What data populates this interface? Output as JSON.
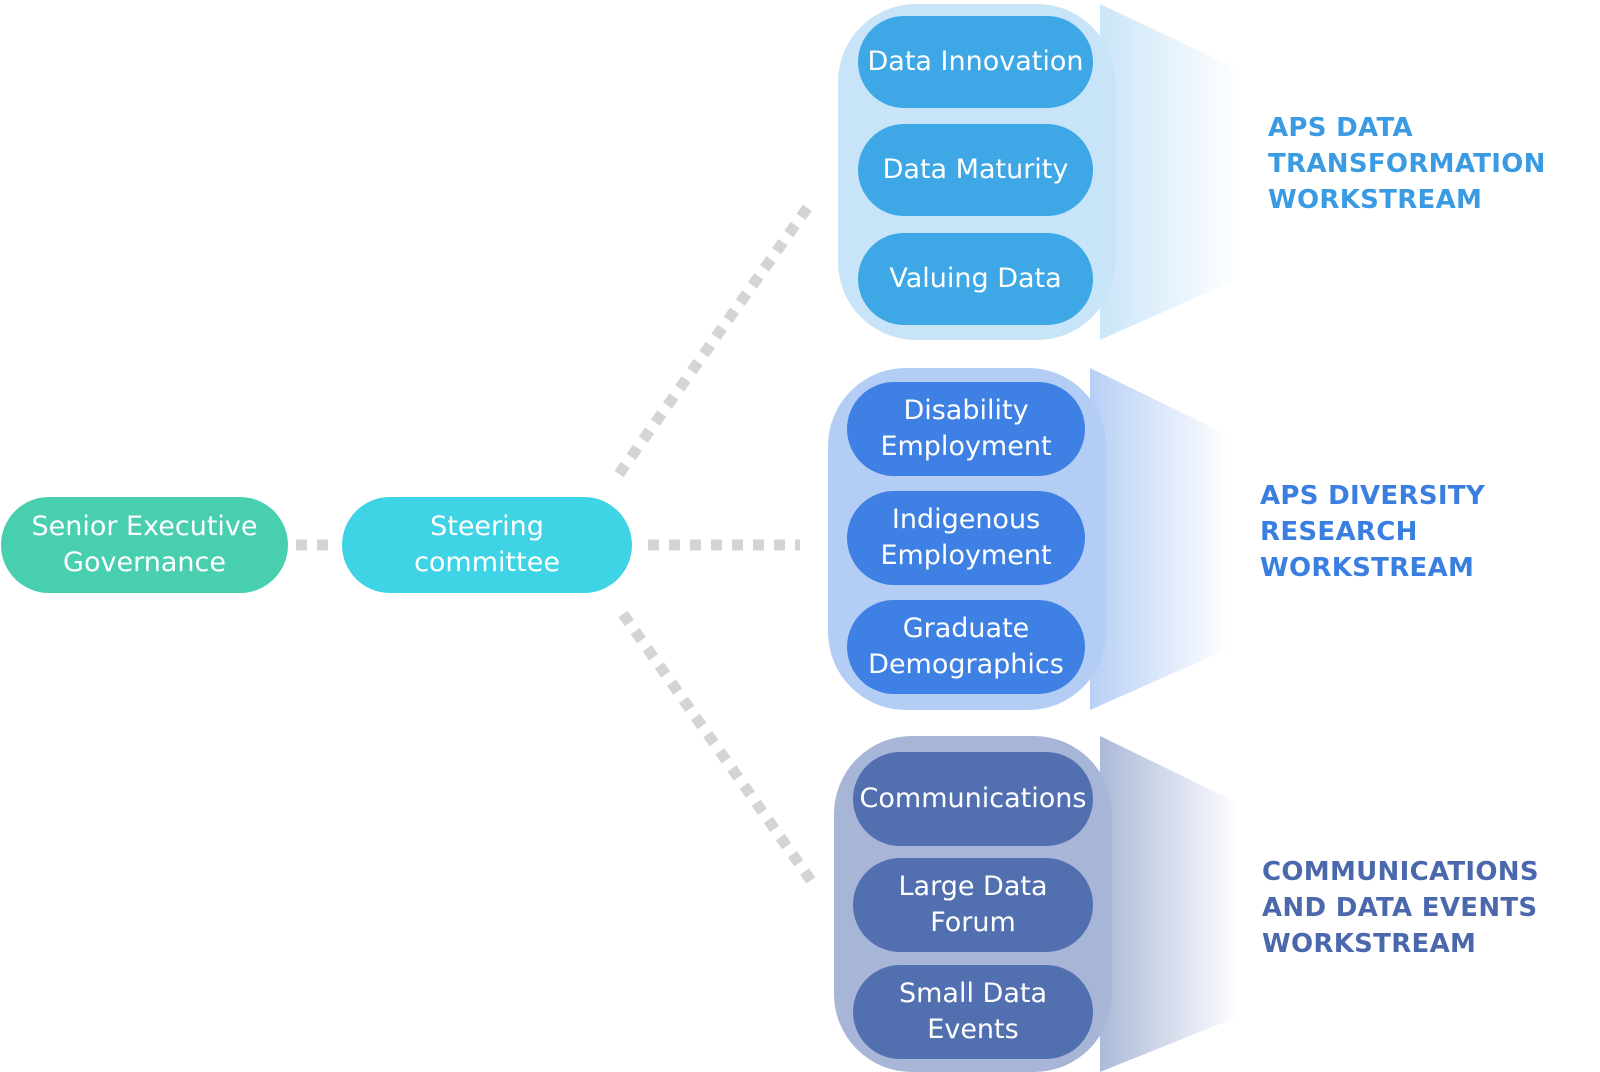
{
  "nodes": {
    "senior_executive": "Senior Executive\nGovernance",
    "steering_committee": "Steering\ncommittee"
  },
  "workstreams": [
    {
      "title": "APS DATA\nTRANSFORMATION\nWORKSTREAM",
      "title_color": "#3a9be3",
      "group_color": "#c8e4f8",
      "item_color": "#3ea7e6",
      "items": [
        "Data Innovation",
        "Data Maturity",
        "Valuing Data"
      ]
    },
    {
      "title": "APS DIVERSITY\nRESEARCH\nWORKSTREAM",
      "title_color": "#3a7fe0",
      "group_color": "#b4cdf5",
      "item_color": "#3e80e4",
      "items": [
        "Disability\nEmployment",
        "Indigenous\nEmployment",
        "Graduate\nDemographics"
      ]
    },
    {
      "title": "COMMUNICATIONS\nAND DATA EVENTS\nWORKSTREAM",
      "title_color": "#4b68ad",
      "group_color": "#a7b5d6",
      "item_color": "#5270b0",
      "items": [
        "Communications",
        "Large Data\nForum",
        "Small Data\nEvents"
      ]
    }
  ],
  "colors": {
    "connector": "#d4d4d4",
    "senior_fill": "#48cfb0",
    "steering_fill": "#3fd3e6"
  }
}
